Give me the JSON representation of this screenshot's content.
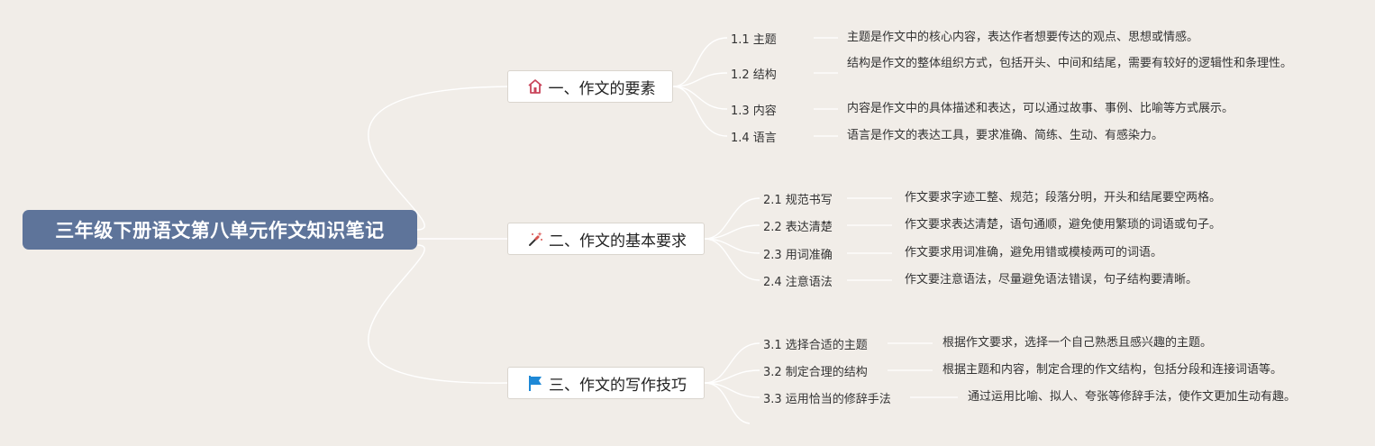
{
  "root": {
    "title": "三年级下册语文第八单元作文知识笔记"
  },
  "branches": [
    {
      "title": "一、作文的要素",
      "icon": "home-icon",
      "items": [
        {
          "label": "1.1 主题",
          "desc": "主题是作文中的核心内容，表达作者想要传达的观点、思想或情感。"
        },
        {
          "label": "1.2 结构",
          "desc": "结构是作文的整体组织方式，包括开头、中间和结尾，需要有较好的逻辑性和条理性。"
        },
        {
          "label": "1.3 内容",
          "desc": "内容是作文中的具体描述和表达，可以通过故事、事例、比喻等方式展示。"
        },
        {
          "label": "1.4 语言",
          "desc": "语言是作文的表达工具，要求准确、简练、生动、有感染力。"
        }
      ]
    },
    {
      "title": "二、作文的基本要求",
      "icon": "magic-wand-icon",
      "items": [
        {
          "label": "2.1 规范书写",
          "desc": "作文要求字迹工整、规范；段落分明，开头和结尾要空两格。"
        },
        {
          "label": "2.2 表达清楚",
          "desc": "作文要求表达清楚，语句通顺，避免使用繁琐的词语或句子。"
        },
        {
          "label": "2.3 用词准确",
          "desc": "作文要求用词准确，避免用错或模棱两可的词语。"
        },
        {
          "label": "2.4 注意语法",
          "desc": "作文要注意语法，尽量避免语法错误，句子结构要清晰。"
        }
      ]
    },
    {
      "title": "三、作文的写作技巧",
      "icon": "flag-icon",
      "items": [
        {
          "label": "3.1 选择合适的主题",
          "desc": "根据作文要求，选择一个自己熟悉且感兴趣的主题。"
        },
        {
          "label": "3.2 制定合理的结构",
          "desc": "根据主题和内容，制定合理的作文结构，包括分段和连接词语等。"
        },
        {
          "label": "3.3 运用恰当的修辞手法",
          "desc": "通过运用比喻、拟人、夸张等修辞手法，使作文更加生动有趣。"
        }
      ]
    }
  ],
  "colors": {
    "root_bg": "#5e749a",
    "background": "#f1ede8",
    "home_icon": "#c9455b",
    "wand_icon": "#d9534f",
    "flag_icon": "#1e88d6"
  }
}
